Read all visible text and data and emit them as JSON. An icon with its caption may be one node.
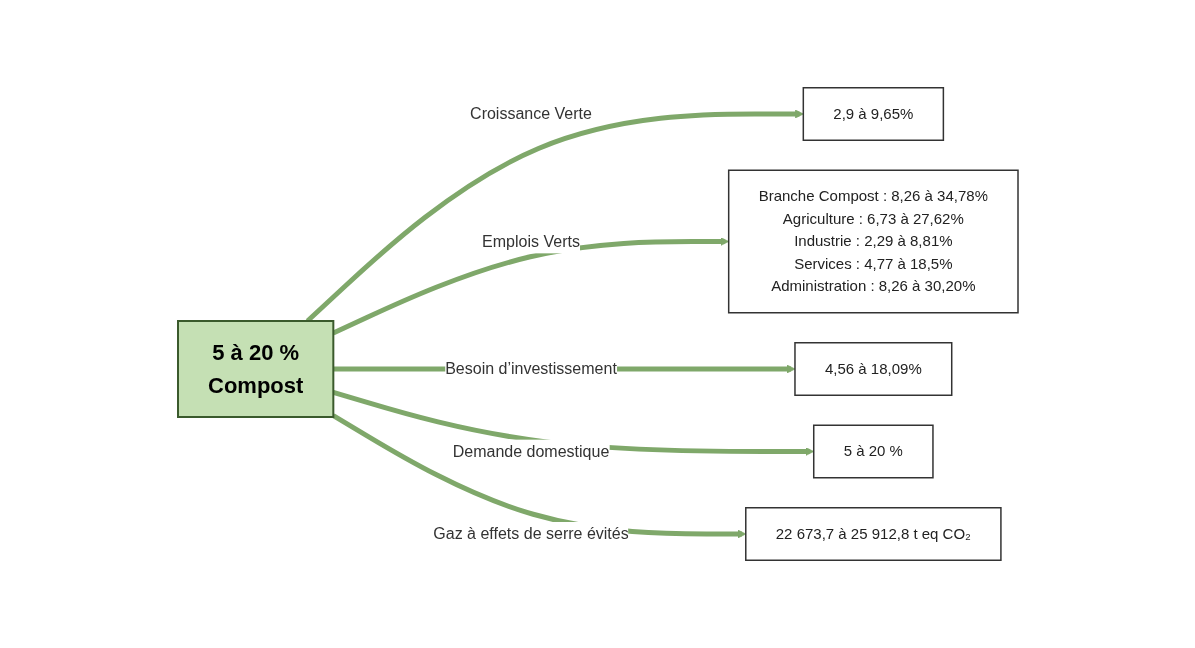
{
  "diagram": {
    "nodes": [
      {
        "text": [
          "5 à 20 %",
          "Compost"
        ]
      },
      {
        "text": [
          "2,9 à 9,65%"
        ]
      },
      {
        "text": [
          "Branche Compost : 8,26 à 34,78%",
          "Agriculture : 6,73 à 27,62%",
          "Industrie : 2,29 à 8,81%",
          "Services : 4,77 à 18,5%",
          "Administration : 8,26 à 30,20%"
        ]
      },
      {
        "text": [
          "4,56 à 18,09%"
        ]
      },
      {
        "text": [
          "5 à 20 %"
        ]
      },
      {
        "text": [
          "22 673,7 à 25 912,8 t eq CO₂"
        ]
      }
    ],
    "edges": [
      {
        "from": 0,
        "to": 1,
        "arrow": "to",
        "label": "Croissance Verte"
      },
      {
        "from": 0,
        "to": 2,
        "arrow": "to",
        "label": "Emplois Verts"
      },
      {
        "from": 0,
        "to": 3,
        "arrow": "to",
        "label": "Besoin d’investissement"
      },
      {
        "from": 0,
        "to": 4,
        "arrow": "to",
        "label": "Demande domestique"
      },
      {
        "from": 0,
        "to": 5,
        "arrow": "to",
        "label": "Gaz à effets de serre évités"
      }
    ]
  }
}
